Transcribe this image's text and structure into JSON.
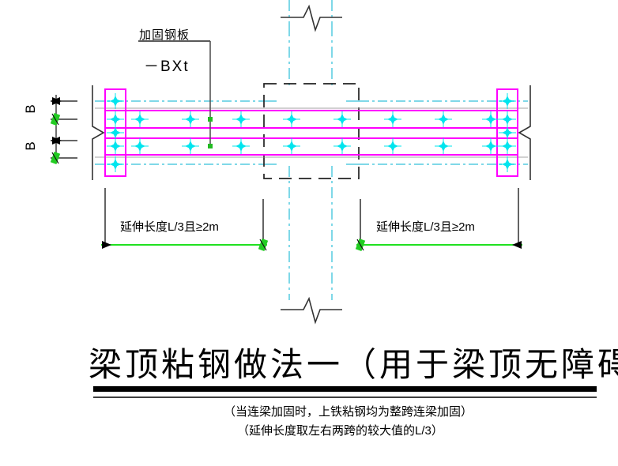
{
  "drawing": {
    "title": "梁顶粘钢做法一（用于梁顶无障碍时",
    "notes": [
      "（当连梁加固时，上铁粘钢均为整跨连梁加固）",
      "（延伸长度取左右两跨的较大值的L/3）"
    ],
    "callout": {
      "label": "加固钢板",
      "spec": "－BXt"
    },
    "dimensions": {
      "left_label": "延伸长度L/3且≥2m",
      "right_label": "延伸长度L/3且≥2m"
    },
    "section_marks": [
      {
        "letter": "B"
      },
      {
        "letter": "B"
      }
    ],
    "colors": {
      "steel_plate": "#ff00ff",
      "rebar_node": "#00e5ee",
      "centerline": "#7fd8e8",
      "dimension_line": "#00e000",
      "outline": "#222222",
      "section_tick": "#1faa1f"
    }
  }
}
